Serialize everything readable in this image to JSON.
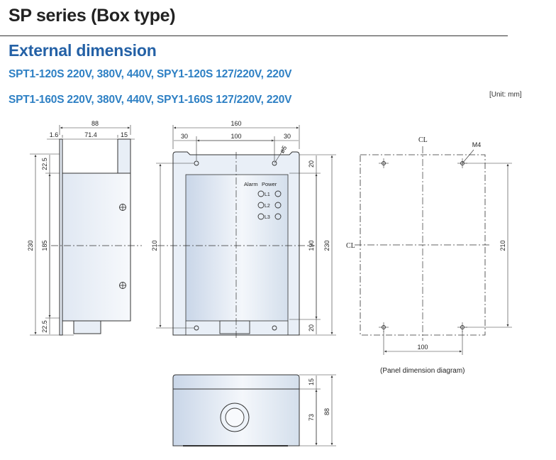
{
  "header": {
    "title": "SP series (Box type)",
    "section": "External dimension",
    "models": [
      "SPT1-120S 220V, 380V, 440V, SPY1-120S 127/220V, 220V",
      "SPT1-160S 220V, 380V, 440V, SPY1-160S 127/220V, 220V"
    ],
    "unit_note": "[Unit: mm]"
  },
  "side_view": {
    "dims": {
      "overall_depth": "88",
      "flange": "1.6",
      "body": "71.4",
      "lip": "15",
      "height": "230",
      "inner_height": "185",
      "top_offset": "22.5",
      "bottom_offset": "22.5"
    }
  },
  "front_view": {
    "dims": {
      "width": "160",
      "left_margin": "30",
      "hole_pitch": "100",
      "right_margin": "30",
      "hole_dia": "ø5",
      "hole_span": "210",
      "top_offset": "20",
      "inner": "190",
      "height": "230",
      "bottom_offset": "20"
    },
    "panel": {
      "alarm": "Alarm",
      "power": "Power",
      "leds": [
        "L1",
        "L2",
        "L3"
      ]
    }
  },
  "bottom_view": {
    "dims": {
      "lip": "15",
      "body": "73",
      "overall": "88"
    }
  },
  "panel_diagram": {
    "centerline": "CL",
    "thread": "M4",
    "dims": {
      "pitch_x": "100",
      "pitch_y": "210"
    },
    "caption": "(Panel dimension diagram)"
  },
  "colors": {
    "accent": "#2461a6",
    "subtitle": "#2e80c4",
    "box_fill": "#dde6f2",
    "line": "#333333"
  }
}
